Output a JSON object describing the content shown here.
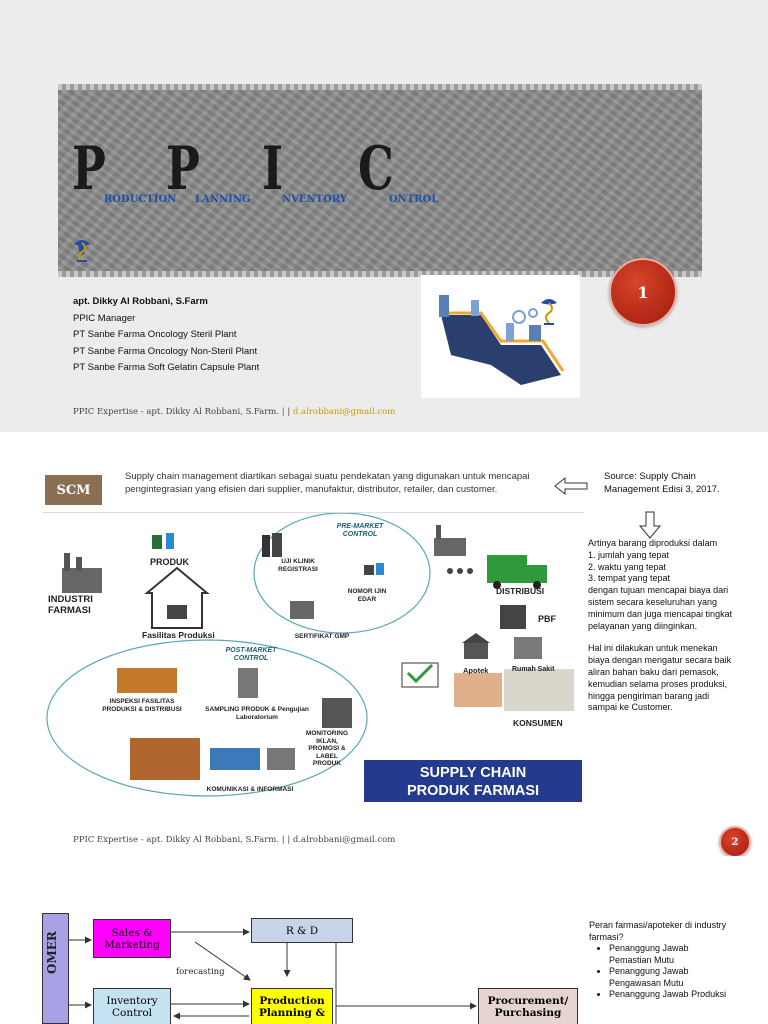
{
  "slide1": {
    "letters": [
      {
        "big": "P",
        "rest": "RODUCTION"
      },
      {
        "big": "P",
        "rest": "LANNING"
      },
      {
        "big": "I",
        "rest": "NVENTORY"
      },
      {
        "big": "C",
        "rest": "ONTROL"
      }
    ],
    "author": {
      "name": "apt. Dikky Al Robbani, S.Farm",
      "lines": [
        "PPIC Manager",
        "PT Sanbe Farma Oncology Steril Plant",
        "PT Sanbe Farma Oncology Non-Steril Plant",
        "PT Sanbe Farma Soft Gelatin Capsule Plant"
      ]
    },
    "footer_text": "PPIC Expertise - apt. Dikky Al Robbani, S.Farm. | |",
    "footer_email": "d.alrobbani@gmail.com",
    "page": "1"
  },
  "slide2": {
    "scm_label": "SCM",
    "definition": "Supply chain management diartikan sebagai suatu pendekatan yang digunakan untuk mencapai pengintegrasian yang efisien dari supplier, manufaktur, distributor, retailer, dan customer.",
    "source": "Source: Supply Chain Management Edisi 3, 2017.",
    "meaning_intro": "Artinya barang diproduksi dalam",
    "meaning_list": [
      "1.  jumlah yang tepat",
      "2.  waktu yang tepat",
      "3.  tempat yang tepat"
    ],
    "meaning_cont": "dengan tujuan mencapai biaya dari sistem secara keseluruhan yang minimum dan juga mencapai tingkat pelayanan yang diinginkan.",
    "explanation": "Hal ini dilakukan untuk menekan biaya dengan mengatur secara baik aliran bahan baku dari pemasok, kemudian selama proses produksi, hingga pengiriman barang jadi sampai ke Customer.",
    "diagram": {
      "pre_market": "PRE-MARKET CONTROL",
      "post_market": "POST-MARKET CONTROL",
      "industri": "INDUSTRI FARMASI",
      "produk": "PRODUK",
      "fasilitas": "Fasilitas Produksi",
      "uji_klinik": "UJI KLINIK REGISTRASI",
      "nomor_izin": "NOMOR IJIN EDAR",
      "sertifikat": "SERTIFIKAT GMP",
      "distribusi": "DISTRIBUSI",
      "pbf": "PBF",
      "apotek": "Apotek",
      "rumah_sakit": "Rumah Sakit",
      "konsumen": "KONSUMEN",
      "inspeksi": "INSPEKSI FASILITAS PRODUKSI & DISTRIBUSI",
      "sampling": "SAMPLING PRODUK & Pengujian Laboratorium",
      "monitoring": "MONITORING IKLAN, PROMOSI & LABEL PRODUK",
      "komunikasi": "KOMUNIKASI & INFORMASI",
      "banner_line1": "SUPPLY CHAIN",
      "banner_line2": "PRODUK FARMASI"
    },
    "footer_text": "PPIC Expertise - apt. Dikky Al Robbani, S.Farm. | | d.alrobbani@gmail.com",
    "page": "2"
  },
  "slide3": {
    "customer_label": "OMER",
    "sales": "Sales & Marketing",
    "rnd": "R & D",
    "forecasting": "forecasting",
    "inventory": "Inventory Control",
    "ppic": "Production Planning &",
    "procurement": "Procurement/ Purchasing",
    "role_title": "Peran farmasi/apoteker di industry farmasi?",
    "roles": [
      "Penanggung Jawab Pemastian Mutu",
      "Penanggung Jawab Pengawasan Mutu",
      "Penanggung Jawab Produksi"
    ],
    "colors": {
      "sales": "#ff00ff",
      "rnd": "#c6d3e8",
      "inventory": "#c5e2f3",
      "ppic": "#ffff00",
      "procurement": "#e6d4d0",
      "customer": "#a6a2e5"
    }
  }
}
